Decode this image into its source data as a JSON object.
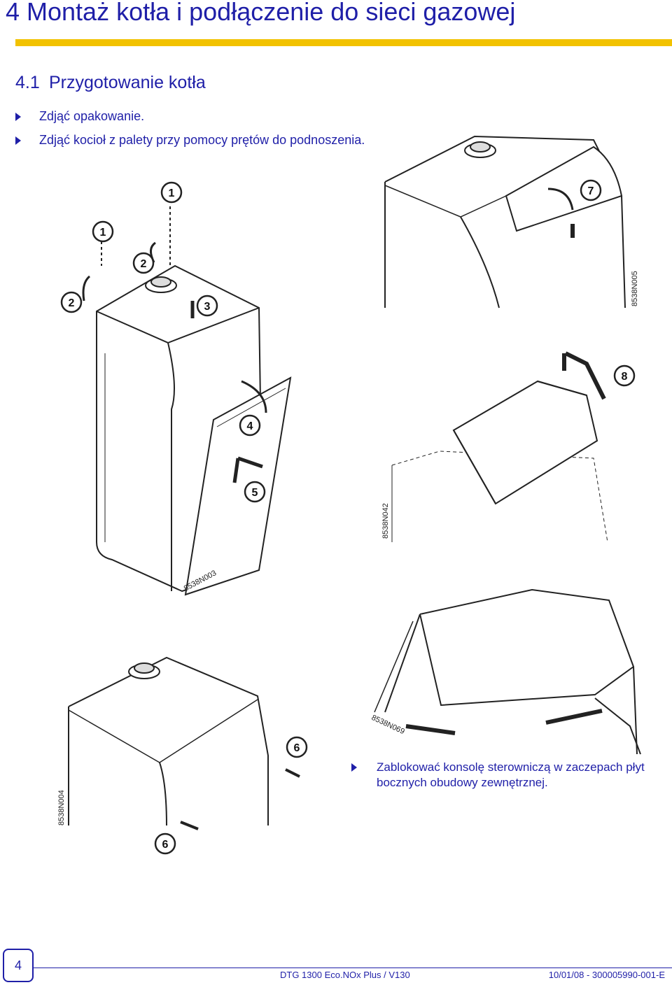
{
  "chapter": {
    "title": "4 Montaż kotła i podłączenie do sieci gazowej"
  },
  "section": {
    "number": "4.1",
    "title": "Przygotowanie kotła"
  },
  "bullets": [
    "Zdjąć opakowanie.",
    "Zdjąć kocioł z palety przy pomocy prętów do podnoszenia."
  ],
  "step_text": "Zablokować konsolę sterowniczą w zaczepach płyt bocznych obudowy zewnętrznej.",
  "figures": {
    "fig1": {
      "code": "8538N003",
      "badges": [
        "1",
        "1",
        "2",
        "2",
        "3",
        "4",
        "5"
      ]
    },
    "fig2": {
      "code": "8538N005",
      "badge": "7"
    },
    "fig3": {
      "code": "8538N042",
      "badge": "8"
    },
    "fig4": {
      "code": "8538N004",
      "badges": [
        "6",
        "6"
      ]
    },
    "fig5": {
      "code": "8538N069"
    }
  },
  "footer": {
    "page": "4",
    "doc": "DTG 1300 Eco.NOx Plus / V130",
    "date": "10/01/08 - 300005990-001-E"
  },
  "colors": {
    "accent": "#f2c200",
    "text": "#1f1fa8"
  }
}
